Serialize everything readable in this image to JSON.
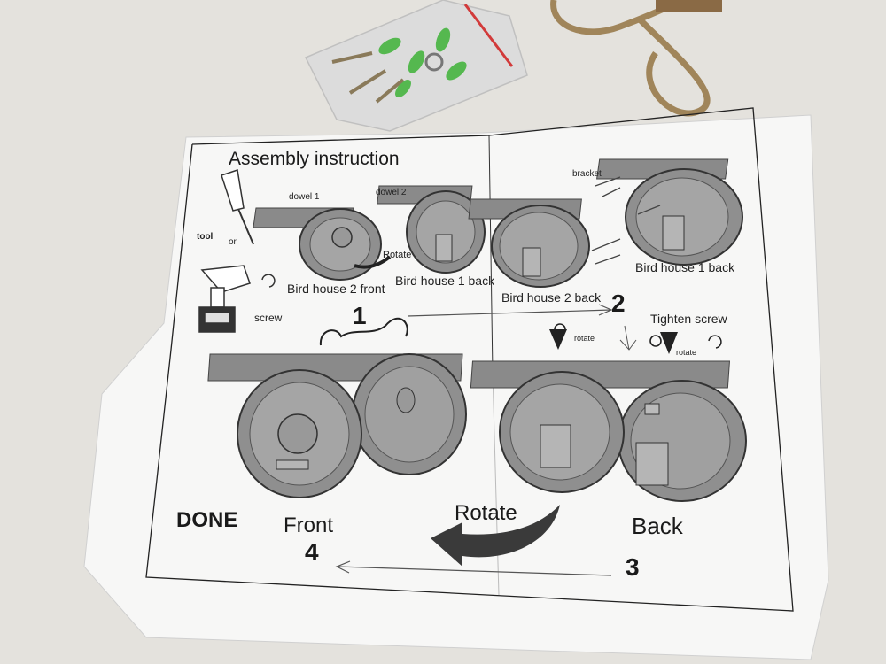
{
  "instructions": {
    "title": "Assembly instruction",
    "tools": {
      "tool": "tool",
      "or": "or",
      "screw": "screw"
    },
    "step1": {
      "number": "1",
      "dowel1": "dowel 1",
      "dowel2": "dowel 2",
      "rotate": "Rotate",
      "house2_front": "Bird house 2 front",
      "house1_back": "Bird house 1 back"
    },
    "step2": {
      "number": "2",
      "bracket": "bracket",
      "house2_back": "Bird house 2 back",
      "house1_back": "Bird house 1 back",
      "tighten": "Tighten screw",
      "rotate_a": "rotate",
      "rotate_b": "rotate"
    },
    "step3": {
      "number": "3",
      "back": "Back",
      "rotate": "Rotate"
    },
    "step4": {
      "number": "4",
      "front": "Front",
      "done": "DONE"
    }
  },
  "colors": {
    "desk": "#e6e4df",
    "paper": "#f7f7f6",
    "ink": "#1a1a1a",
    "wood": "#7a7a7a",
    "bag_green": "#4db84a"
  }
}
